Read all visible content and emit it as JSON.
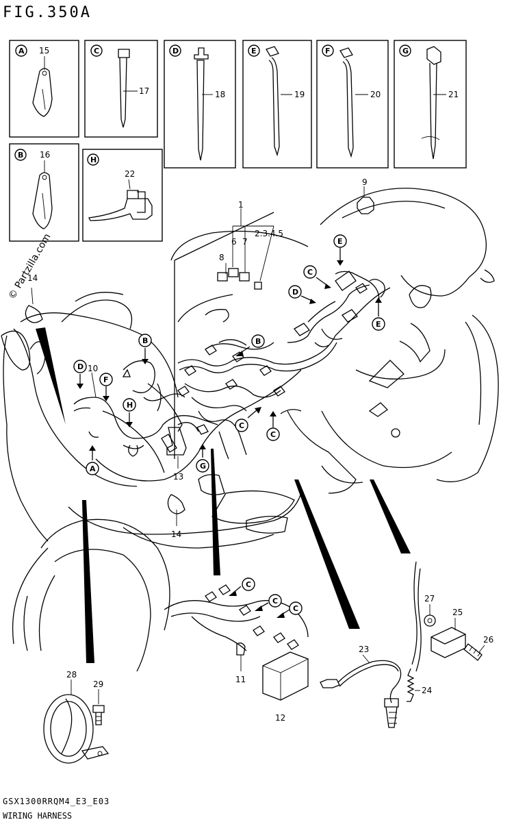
{
  "figure": {
    "title": "FIG.350A"
  },
  "watermark": "© Partzilla.com",
  "footer": {
    "model_code": "GSX1300RRQM4_E3_E03",
    "section_name": "WIRING HARNESS"
  },
  "detail_boxes": [
    {
      "letter": "A",
      "part": "15"
    },
    {
      "letter": "C",
      "part": "17"
    },
    {
      "letter": "D",
      "part": "18"
    },
    {
      "letter": "E",
      "part": "19"
    },
    {
      "letter": "F",
      "part": "20"
    },
    {
      "letter": "G",
      "part": "21"
    },
    {
      "letter": "B",
      "part": "16"
    },
    {
      "letter": "H",
      "part": "22"
    }
  ],
  "part_labels": {
    "p1": "1",
    "p2345": "2.3.4.5",
    "p6": "6",
    "p7": "7",
    "p8": "8",
    "p9": "9",
    "p10": "10",
    "p11": "11",
    "p12": "12",
    "p13": "13",
    "p14a": "14",
    "p14b": "14",
    "p23": "23",
    "p24": "24",
    "p25": "25",
    "p26": "26",
    "p27": "27",
    "p28": "28",
    "p29": "29"
  },
  "callouts": {
    "eTop": "E",
    "cTop": "C",
    "dTop": "D",
    "eRight": "E",
    "bMid": "B",
    "bLeft": "B",
    "dLeft": "D",
    "fLeft": "F",
    "hLeft": "H",
    "aLeft": "A",
    "gMid": "G",
    "cMid1": "C",
    "cMid2": "C",
    "cLow1": "C",
    "cLow2": "C",
    "cLow3": "C"
  }
}
